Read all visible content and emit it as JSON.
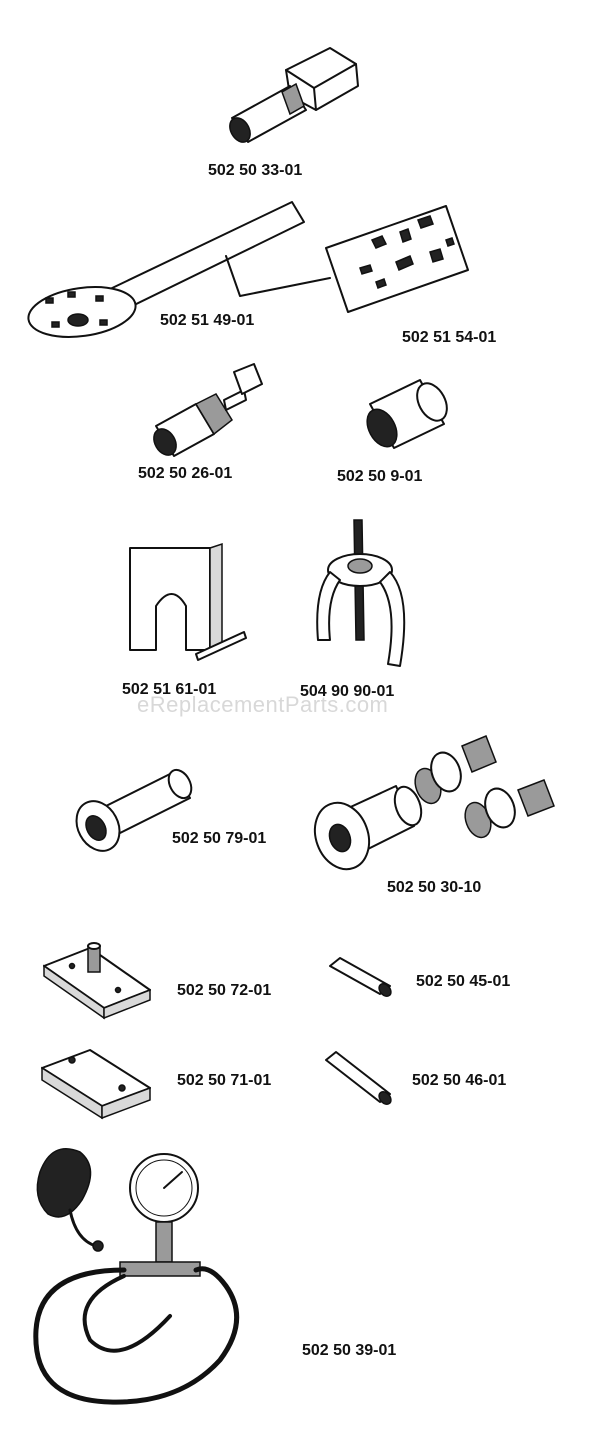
{
  "watermark": "eReplacementParts.com",
  "parts": [
    {
      "part_number": "502 50 33-01",
      "icon": "adapter-icon"
    },
    {
      "part_number": "502 51 49-01",
      "icon": "flywheel-holder-icon"
    },
    {
      "part_number": "502 51 54-01",
      "icon": "decal-sheet-icon"
    },
    {
      "part_number": "502 50 26-01",
      "icon": "puller-bolt-icon"
    },
    {
      "part_number": "502 50 9-01",
      "icon": "sleeve-icon"
    },
    {
      "part_number": "502 51 61-01",
      "icon": "bracket-icon"
    },
    {
      "part_number": "504 90 90-01",
      "icon": "gear-puller-icon"
    },
    {
      "part_number": "502 50 79-01",
      "icon": "drift-icon"
    },
    {
      "part_number": "502 50 30-10",
      "icon": "bearing-tool-set-icon"
    },
    {
      "part_number": "502 50 72-01",
      "icon": "plate-with-pin-icon"
    },
    {
      "part_number": "502 50 45-01",
      "icon": "pin-icon"
    },
    {
      "part_number": "502 50 71-01",
      "icon": "plate-icon"
    },
    {
      "part_number": "502 50 46-01",
      "icon": "pin-icon"
    },
    {
      "part_number": "502 50 39-01",
      "icon": "pressure-tester-icon"
    }
  ]
}
